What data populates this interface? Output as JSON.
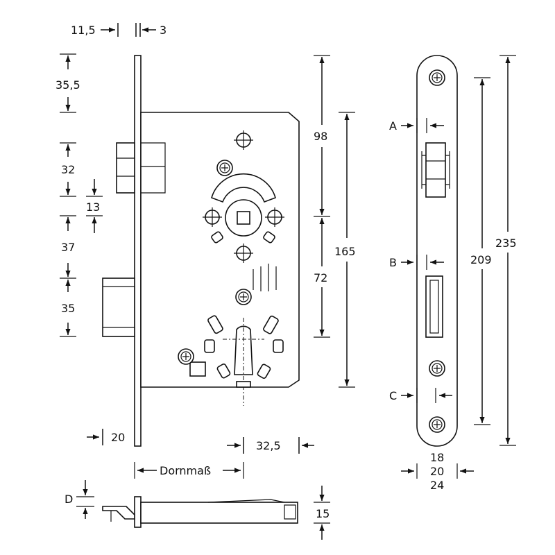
{
  "dimensions": {
    "faceplate_offset": "11,5",
    "faceplate_thickness": "3",
    "top_to_latch": "35,5",
    "latch_height": "32",
    "latch_gap": "13",
    "latch_to_bolt": "37",
    "bolt_height": "35",
    "bolt_throw": "20",
    "follower_to_cylinder": "72",
    "top_to_follower": "98",
    "case_height": "165",
    "cylinder_to_edge": "32,5",
    "backset": "Dornmaß",
    "faceplate_screw_spacing": "209",
    "faceplate_length": "235",
    "faceplate_widths": [
      "18",
      "20",
      "24"
    ],
    "depth_label": "D",
    "case_thickness": "15"
  },
  "callouts": {
    "a": "A",
    "b": "B",
    "c": "C"
  }
}
